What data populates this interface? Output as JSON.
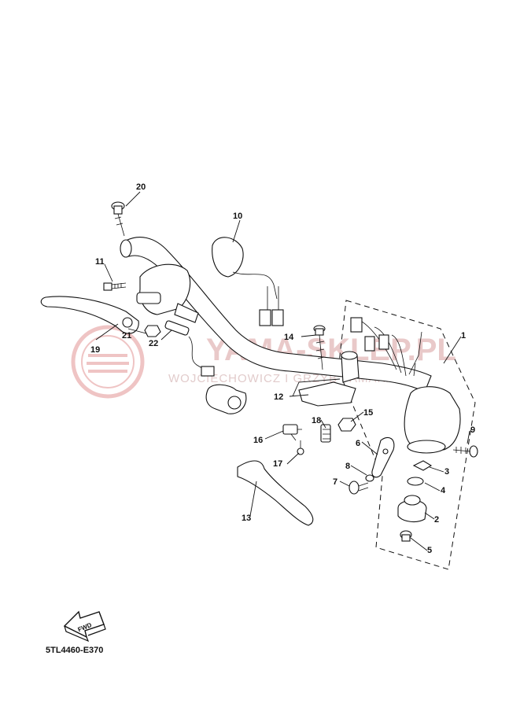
{
  "watermark": {
    "brand": "YAMA-SKLEP.PL",
    "subtitle": "WOJCIECHOWICZ I GRZYB YAMAHA"
  },
  "callouts": [
    "1",
    "2",
    "3",
    "4",
    "5",
    "6",
    "7",
    "8",
    "9",
    "10",
    "11",
    "12",
    "13",
    "14",
    "15",
    "16",
    "17",
    "18",
    "19",
    "20",
    "21",
    "22"
  ],
  "direction_label": "FWD",
  "document_code": "5TL4460-E370"
}
